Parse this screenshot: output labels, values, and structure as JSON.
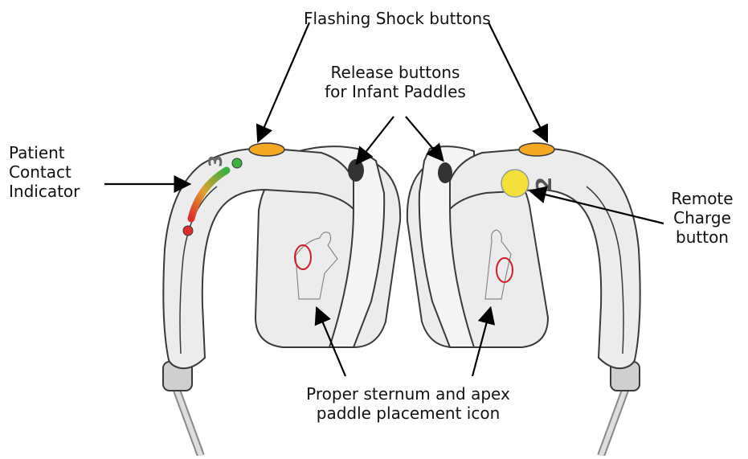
{
  "labels": {
    "flashing_shock": "Flashing Shock buttons",
    "release_buttons": [
      "Release buttons",
      "for Infant Paddles"
    ],
    "patient_contact": [
      "Patient",
      "Contact",
      "Indicator"
    ],
    "remote_charge": [
      "Remote",
      "Charge",
      "button"
    ],
    "placement_icon": [
      "Proper sternum and apex",
      "paddle placement icon"
    ]
  },
  "paddle_numbers": {
    "left": "3",
    "right": "2"
  },
  "colors": {
    "paddle_body": "#ececec",
    "paddle_outline": "#3a3a3a",
    "shock_button": "#f5a623",
    "charge_button": "#f3e03a",
    "release_button": "#333333",
    "indicator_green": "#3cb043",
    "indicator_red": "#d9302b",
    "placement_circle": "#c8202a"
  }
}
